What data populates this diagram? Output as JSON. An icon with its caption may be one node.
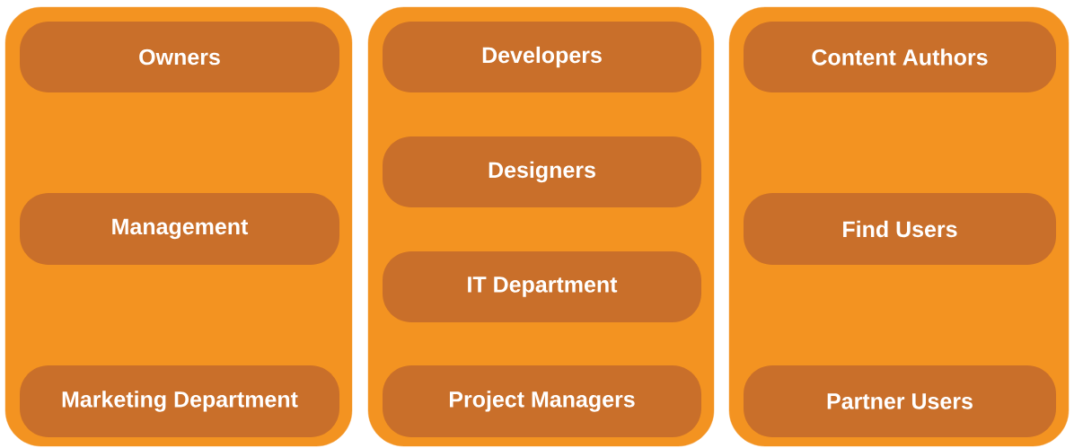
{
  "diagram": {
    "nodes": [
      {
        "text": [],
        "shape": "box"
      },
      {
        "text": [
          "Owners"
        ],
        "in": 0
      },
      {
        "text": [
          "Management"
        ],
        "in": 0
      },
      {
        "text": [
          "Marketing Department"
        ],
        "in": 0
      },
      {
        "text": [],
        "shape": "box"
      },
      {
        "text": [
          "Developers"
        ],
        "in": 4
      },
      {
        "text": [
          "Designers"
        ],
        "in": 4
      },
      {
        "text": [
          "IT Department"
        ],
        "in": 4
      },
      {
        "text": [
          "Project Managers"
        ],
        "in": 4
      },
      {
        "text": [],
        "shape": "box"
      },
      {
        "text": [
          "Content Authors"
        ],
        "in": 9
      },
      {
        "text": [
          "Find Users"
        ],
        "in": 9
      },
      {
        "text": [
          "Partner Users"
        ],
        "in": 9
      }
    ]
  }
}
